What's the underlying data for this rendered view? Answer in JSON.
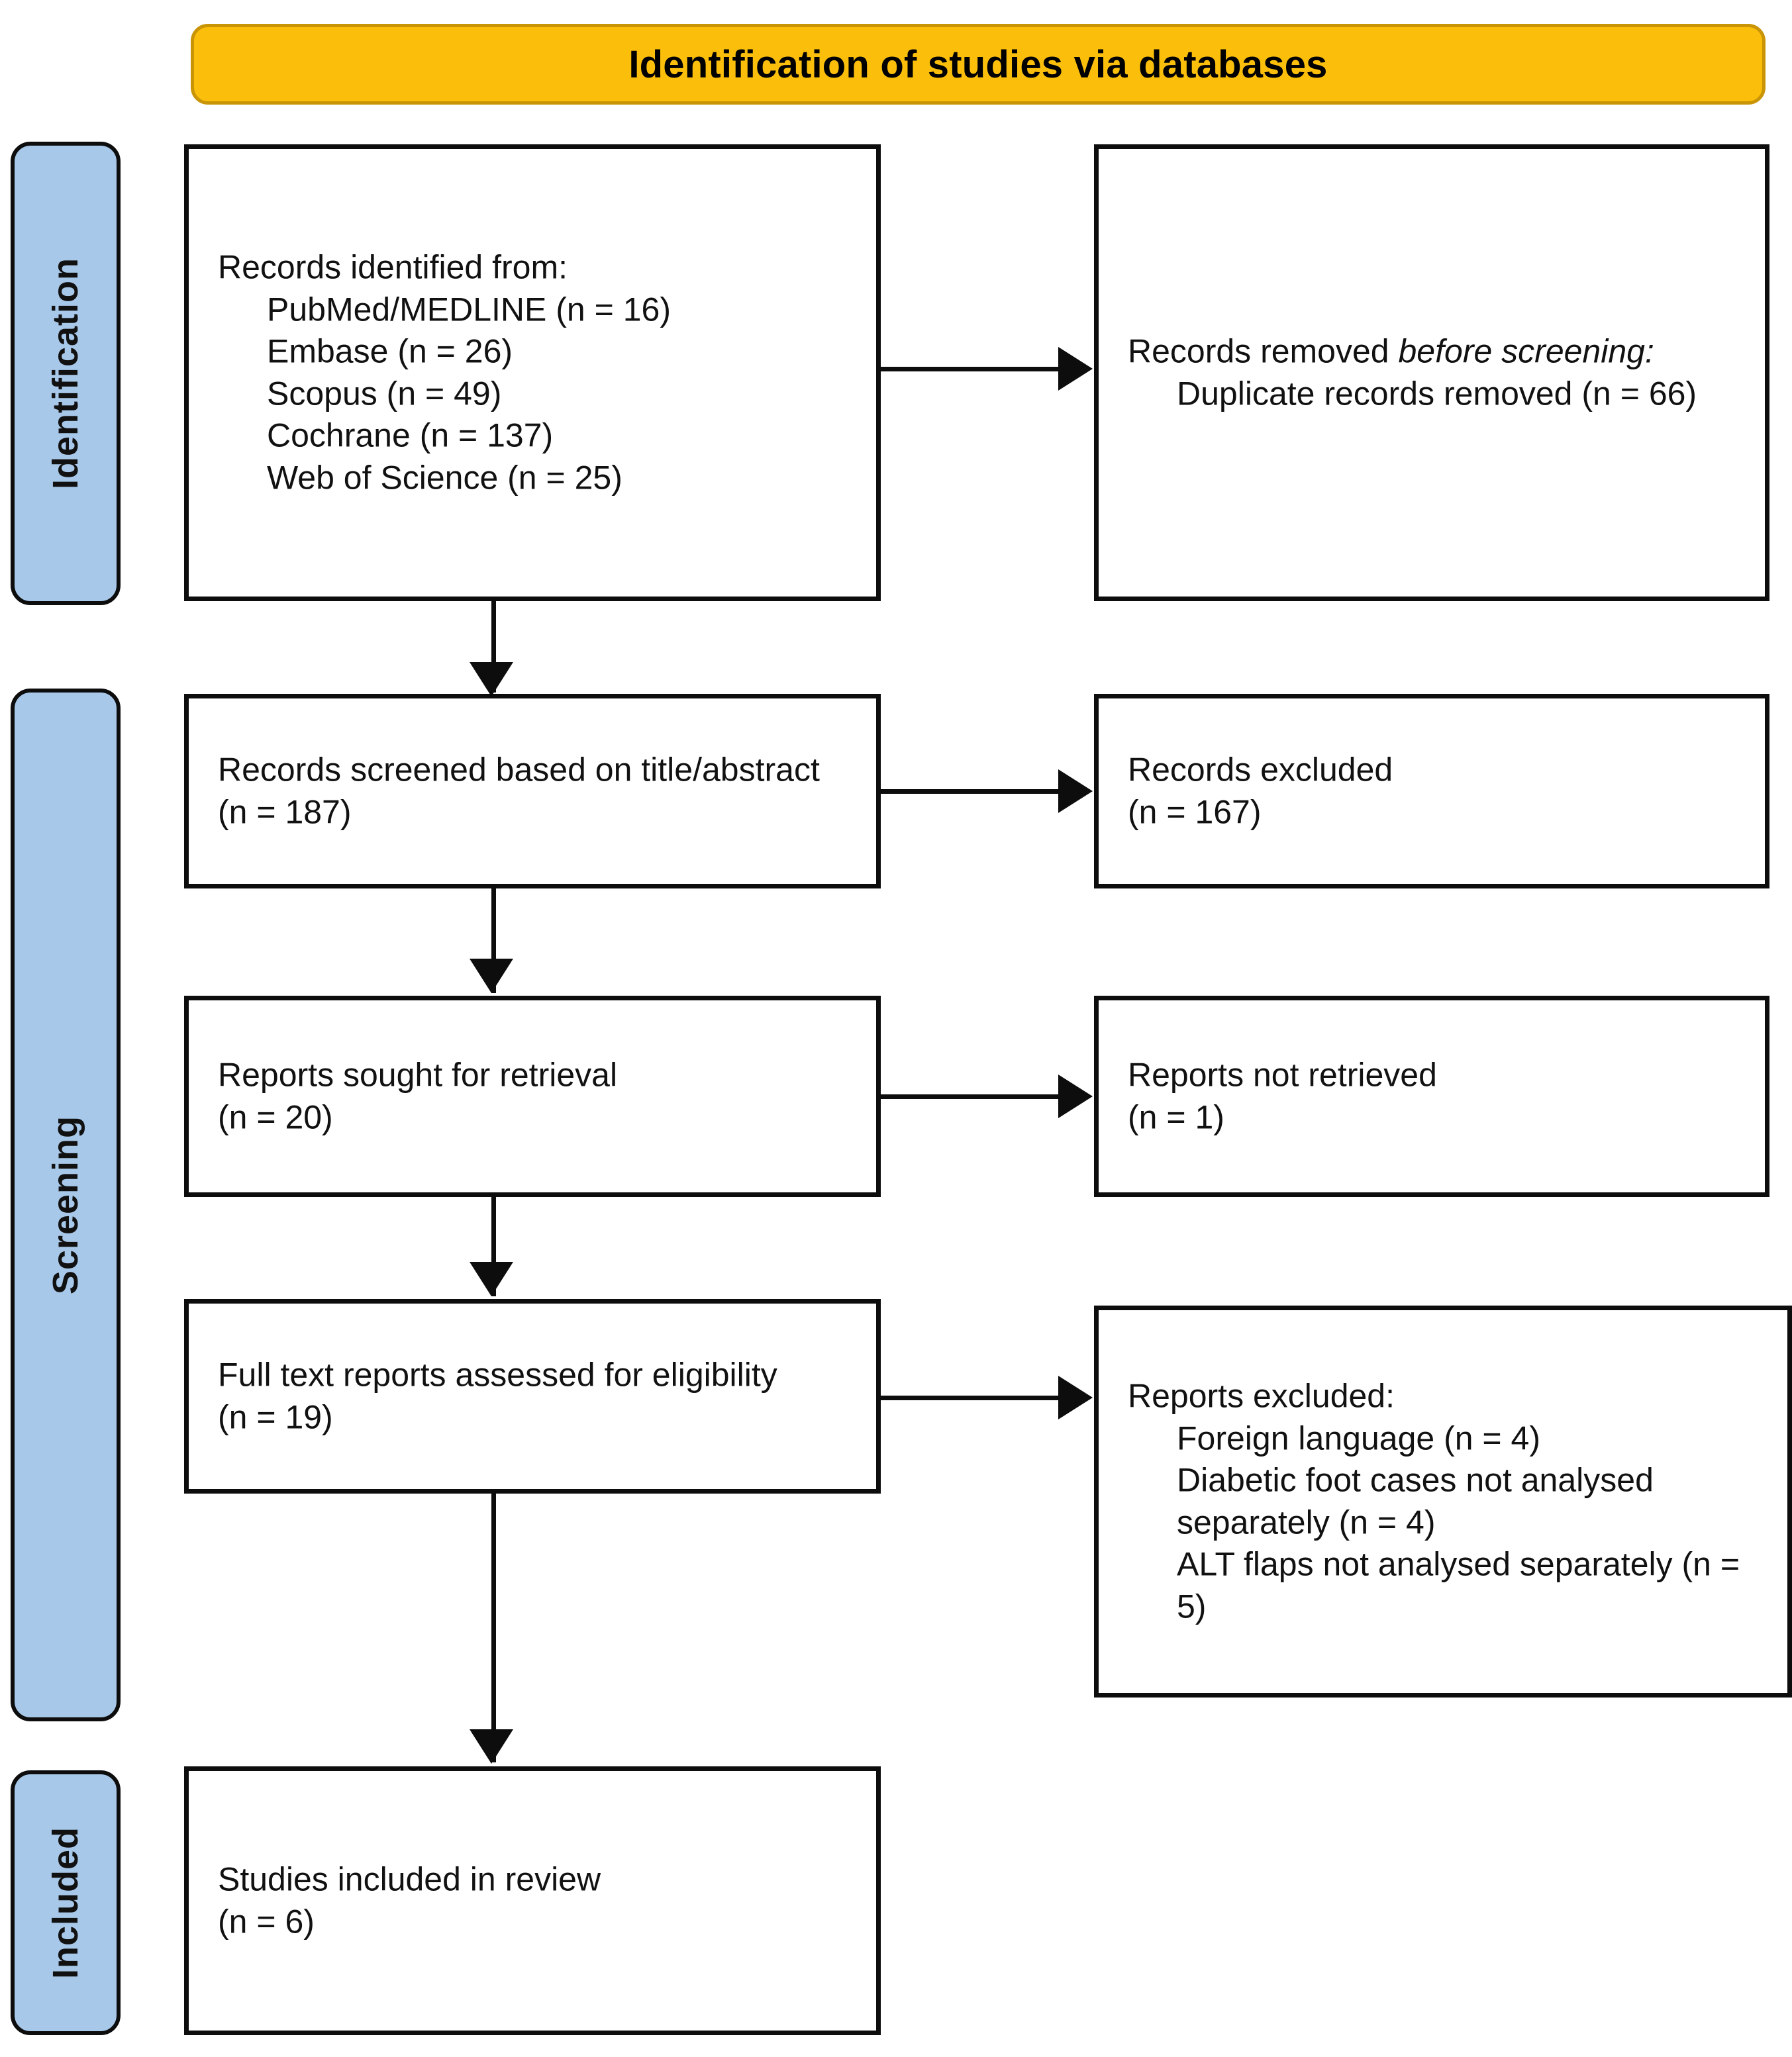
{
  "banner": {
    "title": "Identification of studies via databases"
  },
  "stages": [
    {
      "id": "identification",
      "label": "Identification"
    },
    {
      "id": "screening",
      "label": "Screening"
    },
    {
      "id": "included",
      "label": "Included"
    }
  ],
  "boxes": {
    "records_identified": {
      "heading": "Records identified from:",
      "items": [
        "PubMed/MEDLINE (n = 16)",
        "Embase (n = 26)",
        "Scopus (n = 49)",
        "Cochrane (n = 137)",
        "Web of Science (n = 25)"
      ]
    },
    "records_removed": {
      "heading_plain": "Records removed ",
      "heading_italic": "before screening",
      "heading_tail": ":",
      "items": [
        "Duplicate records removed (n = 66)"
      ]
    },
    "records_screened": {
      "line1": "Records screened based on title/abstract",
      "line2": "(n = 187)"
    },
    "records_excluded": {
      "line1": "Records excluded",
      "line2": "(n = 167)"
    },
    "reports_sought": {
      "line1": "Reports sought for retrieval",
      "line2": "(n = 20)"
    },
    "reports_not_retrieved": {
      "line1": "Reports not retrieved",
      "line2": "(n = 1)"
    },
    "full_text_assessed": {
      "line1": "Full text reports assessed for eligibility",
      "line2": "(n = 19)"
    },
    "reports_excluded": {
      "heading": "Reports excluded:",
      "items": [
        "Foreign language (n = 4)",
        "Diabetic foot cases not analysed separately (n = 4)",
        "ALT flaps not analysed separately (n = 5)"
      ]
    },
    "studies_included": {
      "line1": "Studies included in review",
      "line2": "(n = 6)"
    }
  },
  "colors": {
    "banner_fill": "#fbbf0b",
    "banner_border": "#c99405",
    "stage_fill": "#a8c8ea",
    "stroke": "#0d0d0d",
    "box_fill": "#ffffff",
    "text": "#111111"
  }
}
